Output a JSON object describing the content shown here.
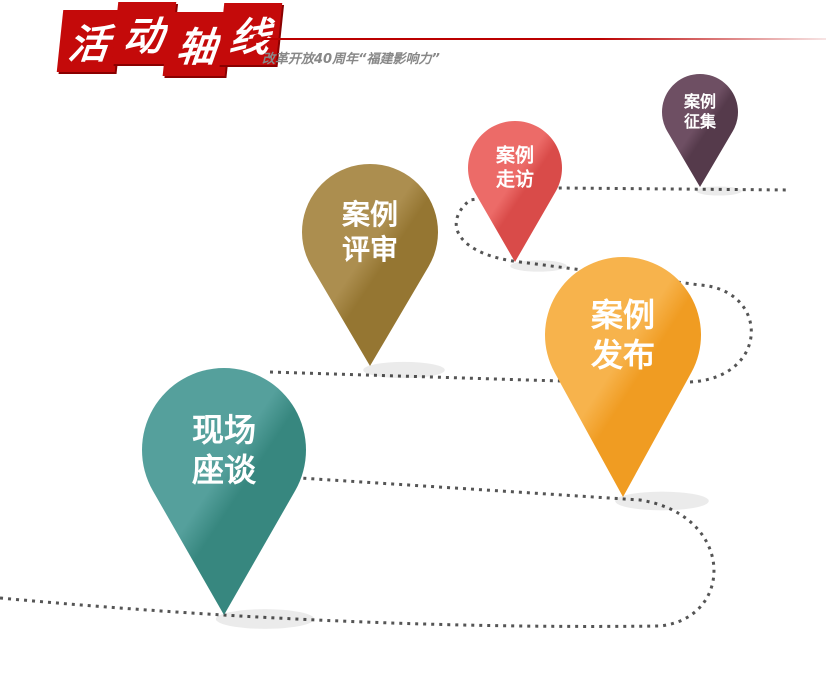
{
  "header": {
    "title_chars": [
      "活",
      "动",
      "轴",
      "线"
    ],
    "subtitle": "改革开放40周年“福建影响力”"
  },
  "pins": [
    {
      "id": "collect",
      "line1": "案例",
      "line2": "征集",
      "color": "#6e4f63",
      "dark": "#553a4b"
    },
    {
      "id": "visit",
      "line1": "案例",
      "line2": "走访",
      "color": "#ec6b68",
      "dark": "#d94b49"
    },
    {
      "id": "review",
      "line1": "案例",
      "line2": "评审",
      "color": "#ac8e4f",
      "dark": "#957632"
    },
    {
      "id": "publish",
      "line1": "案例",
      "line2": "发布",
      "color": "#f7b34c",
      "dark": "#f09c22"
    },
    {
      "id": "forum",
      "line1": "现场",
      "line2": "座谈",
      "color": "#55a09c",
      "dark": "#37877f"
    }
  ]
}
